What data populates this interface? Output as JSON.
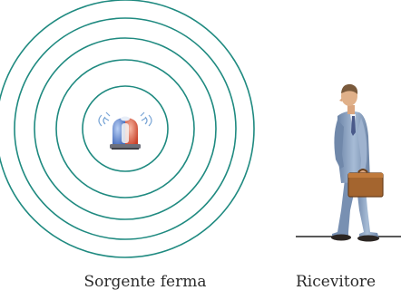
{
  "labels": {
    "source": "Sorgente ferma",
    "receiver": "Ricevitore"
  },
  "colors": {
    "wavefront": "#1f8a80",
    "siren_blue": "#4d78c8",
    "siren_red": "#e05a3c",
    "suit": "#8fa6c4",
    "briefcase": "#a4652f"
  },
  "icons": {
    "source": "siren-light-icon",
    "receiver": "businessman-with-briefcase"
  }
}
